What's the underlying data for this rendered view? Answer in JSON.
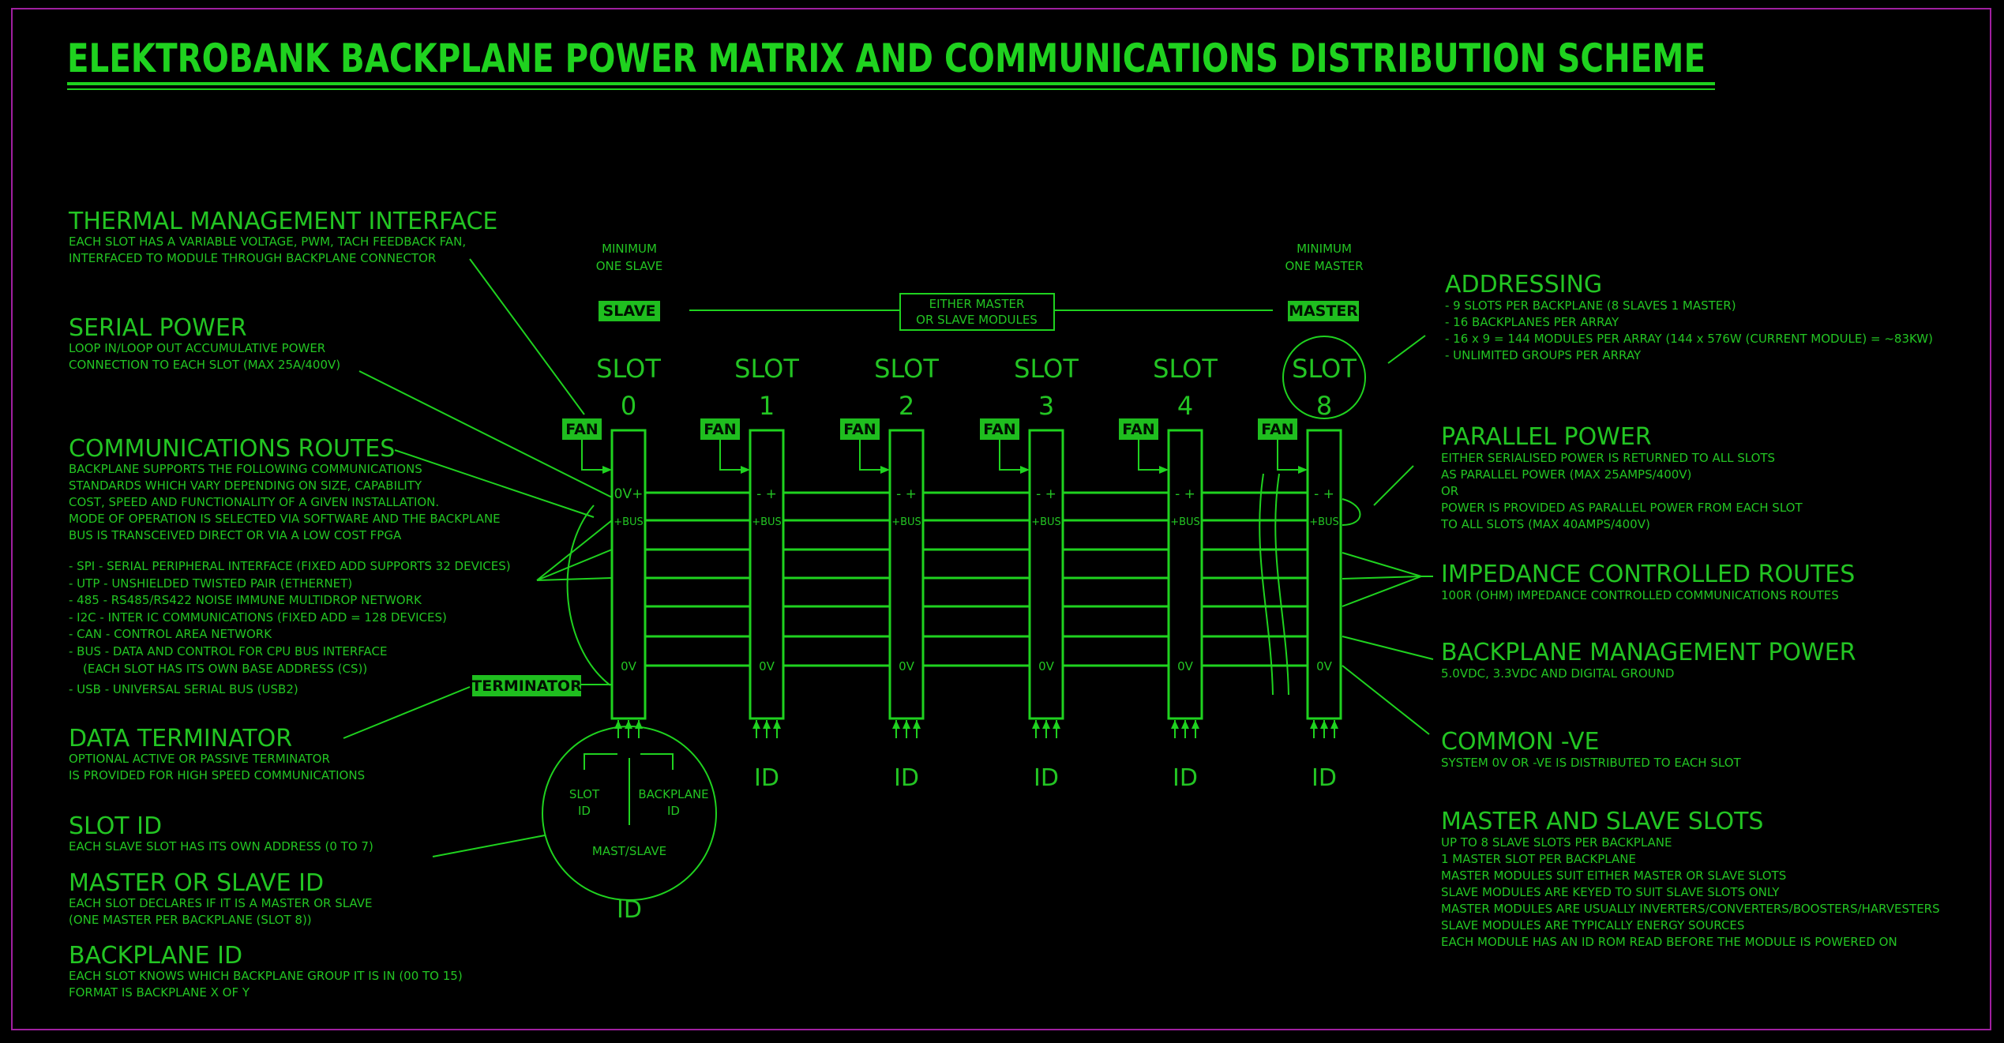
{
  "title": "ELEKTROBANK BACKPLANE POWER MATRIX AND COMMUNICATIONS DISTRIBUTION SCHEME",
  "colors": {
    "green": "#1fd21f",
    "text": "#23c523",
    "label_bg": "#1fbe1f",
    "label_text": "#001000",
    "frame": "#a020a0"
  },
  "left_notes": [
    {
      "heading": "THERMAL MANAGEMENT INTERFACE",
      "lines": [
        "EACH SLOT HAS A VARIABLE VOLTAGE, PWM, TACH FEEDBACK FAN,",
        "INTERFACED TO MODULE THROUGH BACKPLANE CONNECTOR"
      ]
    },
    {
      "heading": "SERIAL POWER",
      "lines": [
        "LOOP IN/LOOP OUT ACCUMULATIVE POWER",
        "CONNECTION TO EACH SLOT (MAX 25A/400V)"
      ]
    },
    {
      "heading": "COMMUNICATIONS ROUTES",
      "lines": [
        "BACKPLANE SUPPORTS THE FOLLOWING COMMUNICATIONS",
        "STANDARDS WHICH VARY DEPENDING ON SIZE, CAPABILITY",
        "COST, SPEED AND FUNCTIONALITY OF A GIVEN INSTALLATION.",
        "MODE OF OPERATION IS SELECTED VIA SOFTWARE AND THE BACKPLANE",
        "BUS IS TRANSCEIVED DIRECT OR VIA A LOW COST FPGA"
      ]
    },
    {
      "heading": "DATA TERMINATOR",
      "lines": [
        "OPTIONAL ACTIVE OR PASSIVE TERMINATOR",
        "IS PROVIDED FOR HIGH SPEED COMMUNICATIONS"
      ]
    },
    {
      "heading": "SLOT ID",
      "lines": [
        "EACH SLAVE SLOT HAS ITS OWN ADDRESS (0 TO 7)"
      ]
    },
    {
      "heading": "MASTER OR SLAVE ID",
      "lines": [
        "EACH SLOT DECLARES IF IT IS A MASTER OR SLAVE",
        "(ONE MASTER PER BACKPLANE (SLOT 8))"
      ]
    },
    {
      "heading": "BACKPLANE ID",
      "lines": [
        "EACH SLOT KNOWS WHICH BACKPLANE GROUP IT IS IN (00 TO 15)",
        "FORMAT IS BACKPLANE X OF Y"
      ]
    }
  ],
  "comm_list": [
    "- SPI - SERIAL PERIPHERAL INTERFACE (FIXED ADD SUPPORTS 32 DEVICES)",
    "- UTP - UNSHIELDED TWISTED PAIR (ETHERNET)",
    "- 485 - RS485/RS422 NOISE IMMUNE MULTIDROP NETWORK",
    "- I2C - INTER IC COMMUNICATIONS (FIXED ADD = 128 DEVICES)",
    "- CAN - CONTROL AREA NETWORK",
    "- BUS - DATA AND CONTROL FOR CPU BUS INTERFACE",
    "(EACH SLOT HAS ITS OWN BASE ADDRESS (CS))",
    "- USB - UNIVERSAL SERIAL BUS (USB2)"
  ],
  "right_notes": [
    {
      "heading": "ADDRESSING",
      "lines": [
        "- 9 SLOTS PER BACKPLANE (8 SLAVES 1 MASTER)",
        "- 16 BACKPLANES PER ARRAY",
        "- 16 x 9 = 144 MODULES PER ARRAY (144 x 576W (CURRENT MODULE) = ~83KW)",
        "- UNLIMITED GROUPS PER ARRAY"
      ]
    },
    {
      "heading": "PARALLEL POWER",
      "lines": [
        "EITHER SERIALISED POWER IS RETURNED TO ALL SLOTS",
        "AS PARALLEL POWER (MAX 25AMPS/400V)",
        "OR",
        "POWER IS PROVIDED AS PARALLEL POWER FROM EACH SLOT",
        "TO ALL SLOTS (MAX 40AMPS/400V)"
      ]
    },
    {
      "heading": "IMPEDANCE CONTROLLED ROUTES",
      "lines": [
        "100R (OHM) IMPEDANCE CONTROLLED COMMUNICATIONS ROUTES"
      ]
    },
    {
      "heading": "BACKPLANE MANAGEMENT POWER",
      "lines": [
        "5.0VDC, 3.3VDC AND DIGITAL GROUND"
      ]
    },
    {
      "heading": "COMMON -VE",
      "lines": [
        "SYSTEM 0V OR -VE IS DISTRIBUTED TO EACH SLOT"
      ]
    },
    {
      "heading": "MASTER AND SLAVE SLOTS",
      "lines": [
        "UP TO 8 SLAVE SLOTS PER BACKPLANE",
        "1 MASTER SLOT PER BACKPLANE",
        "MASTER MODULES SUIT EITHER MASTER OR SLAVE SLOTS",
        "SLAVE MODULES ARE KEYED TO SUIT SLAVE SLOTS ONLY",
        "MASTER MODULES ARE USUALLY INVERTERS/CONVERTERS/BOOSTERS/HARVESTERS",
        "SLAVE MODULES ARE TYPICALLY ENERGY SOURCES",
        "EACH MODULE HAS AN ID ROM READ BEFORE THE MODULE IS POWERED ON"
      ]
    }
  ],
  "top": {
    "min_slave": [
      "MINIMUM",
      "ONE SLAVE"
    ],
    "min_master": [
      "MINIMUM",
      "ONE MASTER"
    ],
    "slave_tag": "SLAVE",
    "master_tag": "MASTER",
    "either": [
      "EITHER MASTER",
      "OR SLAVE MODULES"
    ]
  },
  "slots": [
    {
      "label": "SLOT",
      "num": "0",
      "pos": "0V+"
    },
    {
      "label": "SLOT",
      "num": "1",
      "pos": "- +"
    },
    {
      "label": "SLOT",
      "num": "2",
      "pos": "- +"
    },
    {
      "label": "SLOT",
      "num": "3",
      "pos": "- +"
    },
    {
      "label": "SLOT",
      "num": "4",
      "pos": "- +"
    },
    {
      "label": "SLOT",
      "num": "8",
      "pos": "- +"
    }
  ],
  "fan_tag": "FAN",
  "bus_label": "+BUS",
  "zero_label": "0V",
  "id_label": "ID",
  "terminator_tag": "TERMINATOR",
  "id_circle": {
    "slot_id": [
      "SLOT",
      "ID"
    ],
    "backplane_id": [
      "BACKPLANE",
      "ID"
    ],
    "mast_slave": "MAST/SLAVE",
    "id": "ID"
  }
}
